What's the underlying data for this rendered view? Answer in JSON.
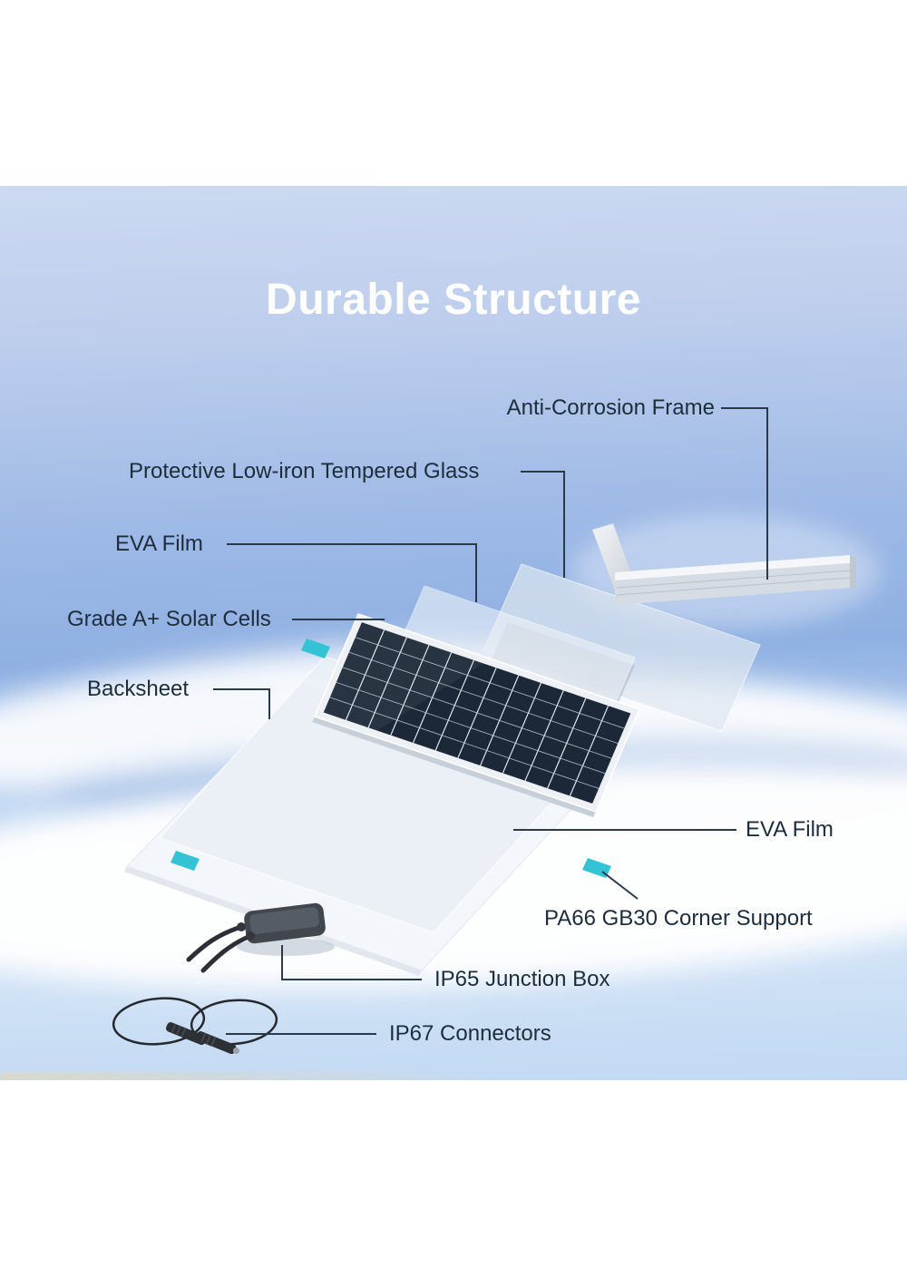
{
  "title": "Durable Structure",
  "labels": {
    "anti_corrosion_frame": "Anti-Corrosion Frame",
    "tempered_glass": "Protective Low-iron Tempered Glass",
    "eva_film_top": "EVA Film",
    "solar_cells": "Grade A+ Solar Cells",
    "backsheet": "Backsheet",
    "eva_film_bottom": "EVA Film",
    "corner_support": "PA66 GB30 Corner Support",
    "junction_box": "IP65 Junction Box",
    "connectors": "IP67 Connectors"
  },
  "colors": {
    "title_text": "#ffffff",
    "label_text": "#1d2d3c",
    "callout_line": "#2a3a4b",
    "corner_support_teal": "#34c2d5",
    "solar_cell_dark": "#1c2837",
    "sky_top": "#ccd9f1",
    "sky_mid": "#8fb0e2"
  }
}
